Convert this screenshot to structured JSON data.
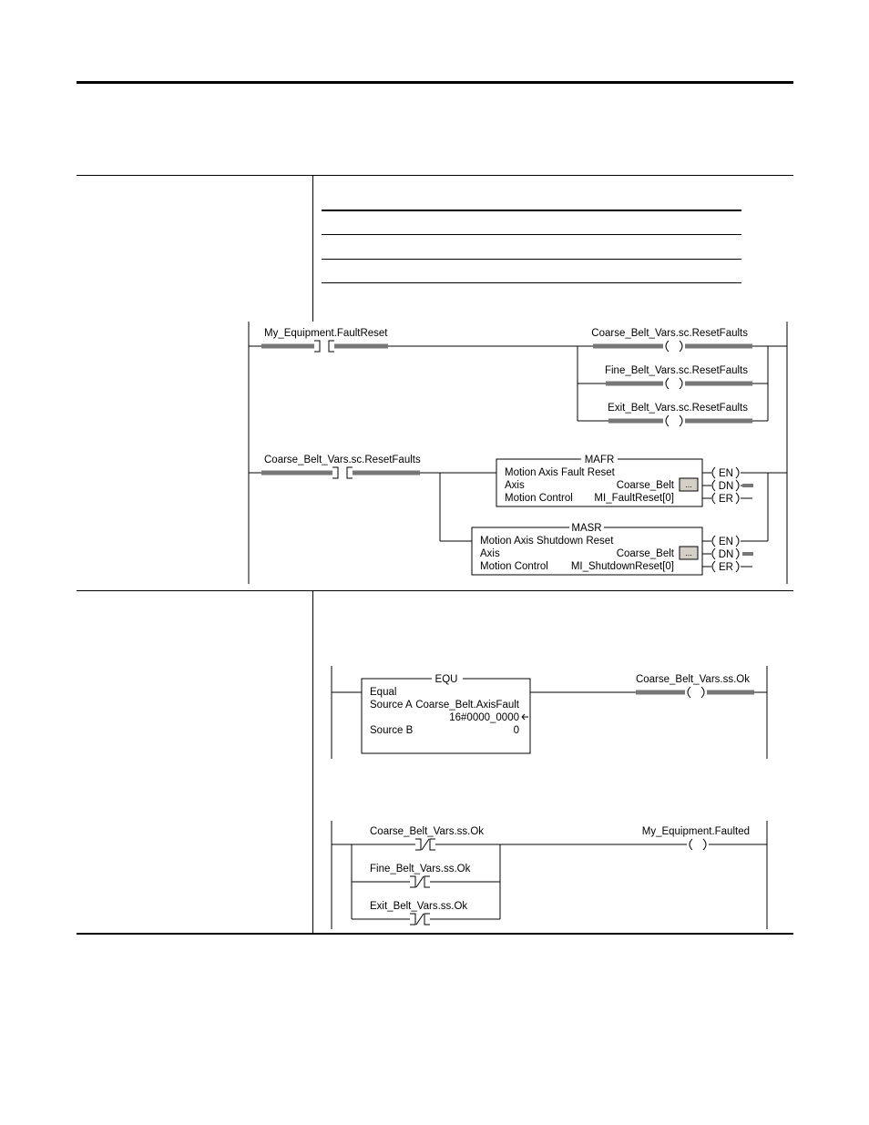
{
  "rung1": {
    "contact": "My_Equipment.FaultReset",
    "coils": [
      "Coarse_Belt_Vars.sc.ResetFaults",
      "Fine_Belt_Vars.sc.ResetFaults",
      "Exit_Belt_Vars.sc.ResetFaults"
    ]
  },
  "rung2": {
    "contact": "Coarse_Belt_Vars.sc.ResetFaults",
    "mafr": {
      "name": "MAFR",
      "desc": "Motion Axis Fault Reset",
      "axis_label": "Axis",
      "axis_value": "Coarse_Belt",
      "mc_label": "Motion Control",
      "mc_value": "MI_FaultReset[0]",
      "bits": [
        "EN",
        "DN",
        "ER"
      ]
    },
    "masr": {
      "name": "MASR",
      "desc": "Motion Axis Shutdown Reset",
      "axis_label": "Axis",
      "axis_value": "Coarse_Belt",
      "mc_label": "Motion Control",
      "mc_value": "MI_ShutdownReset[0]",
      "bits": [
        "EN",
        "DN",
        "ER"
      ]
    }
  },
  "rung3": {
    "name": "EQU",
    "desc": "Equal",
    "source_a_label": "Source A",
    "source_a_tag": "Coarse_Belt.AxisFault",
    "source_a_value": "16#0000_0000",
    "source_b_label": "Source B",
    "source_b_value": "0",
    "coil": "Coarse_Belt_Vars.ss.Ok"
  },
  "rung4": {
    "contacts": [
      "Coarse_Belt_Vars.ss.Ok",
      "Fine_Belt_Vars.ss.Ok",
      "Exit_Belt_Vars.ss.Ok"
    ],
    "coil": "My_Equipment.Faulted"
  },
  "colors": {
    "energized": "#777777",
    "line": "#000000"
  }
}
